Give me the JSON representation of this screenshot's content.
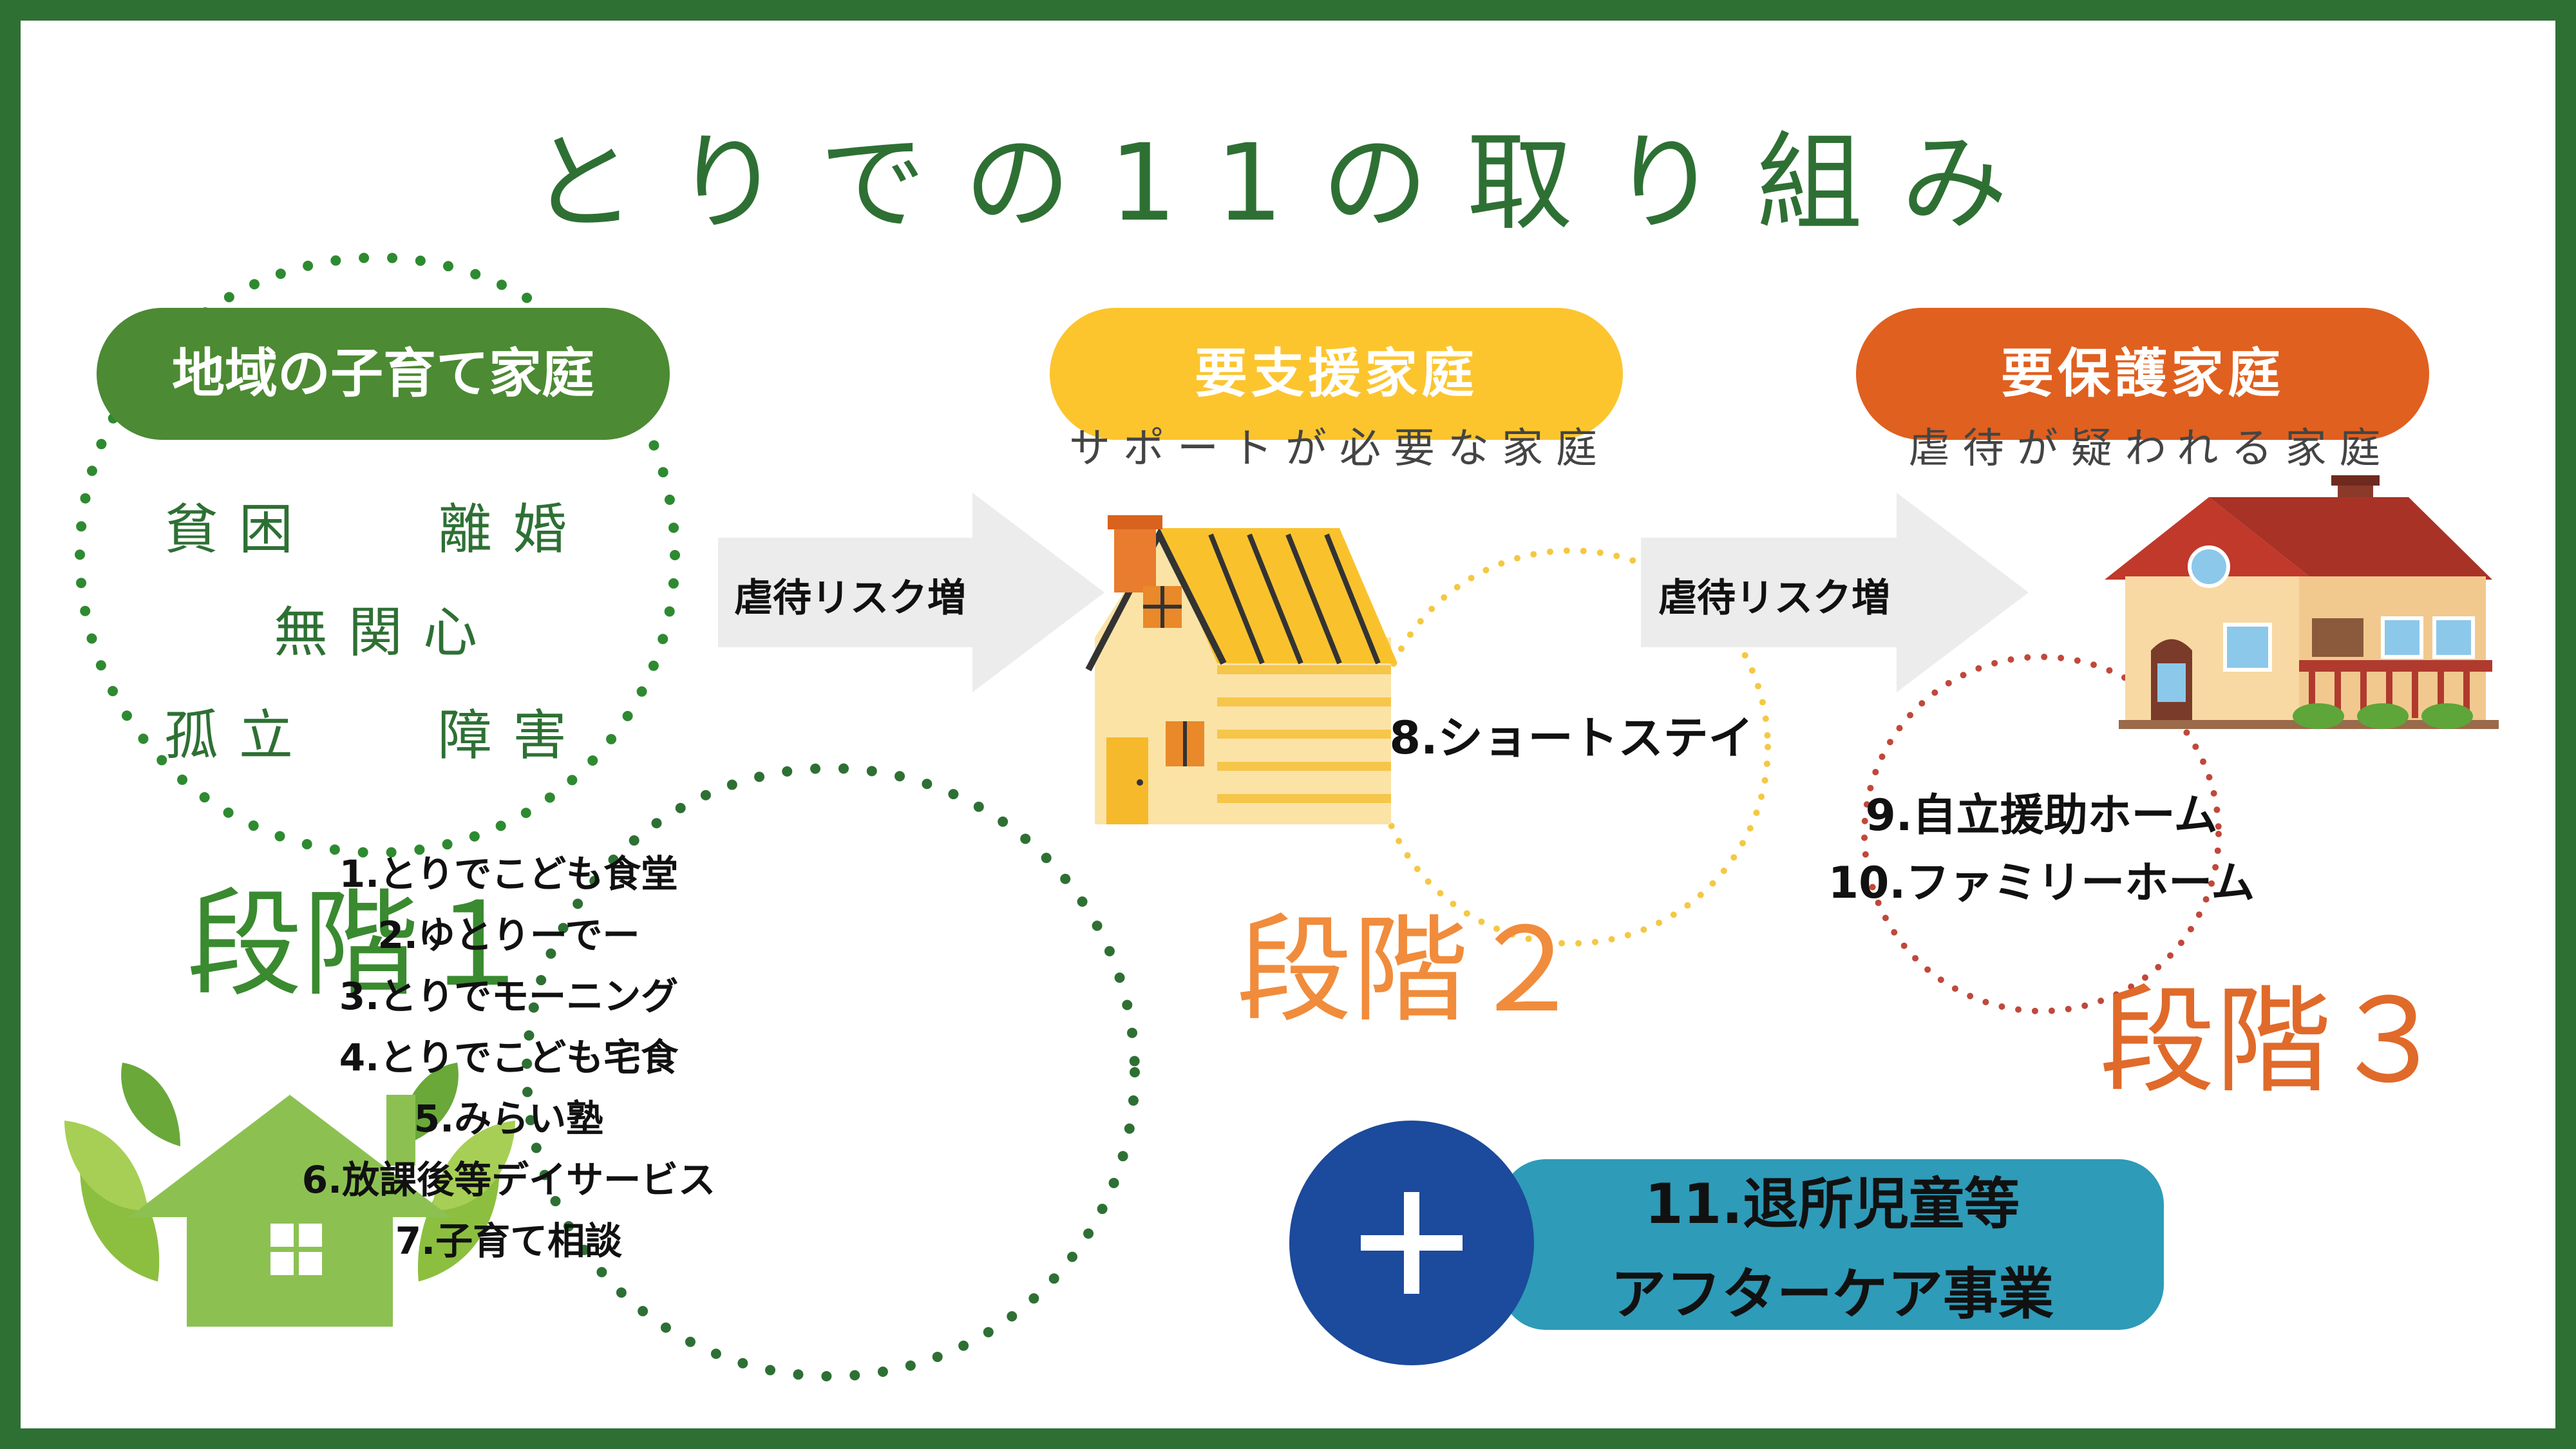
{
  "title": "とりでの11の取り組み",
  "stage1": {
    "pill": "地域の子育て家庭",
    "issues": [
      "貧困",
      "離婚",
      "無関心",
      "孤立",
      "障害"
    ],
    "stage_label": "段階１",
    "programs": [
      "1.とりでこども食堂",
      "2.ゆとりーでー",
      "3.とりでモーニング",
      "4.とりでこども宅食",
      "5.みらい塾",
      "6.放課後等デイサービス",
      "7.子育て相談"
    ]
  },
  "arrow1_label": "虐待リスク増",
  "stage2": {
    "pill": "要支援家庭",
    "subtitle": "サポートが必要な家庭",
    "stage_label": "段階２",
    "program": "8.ショートステイ"
  },
  "arrow2_label": "虐待リスク増",
  "stage3": {
    "pill": "要保護家庭",
    "subtitle": "虐待が疑われる家庭",
    "stage_label": "段階３",
    "programs": [
      "9.自立援助ホーム",
      "10.ファミリーホーム"
    ]
  },
  "extra": {
    "symbol": "+",
    "lines": [
      "11.退所児童等",
      "アフターケア事業"
    ]
  },
  "colors": {
    "frame": "#2e7034",
    "green": "#4c8a33",
    "yellow": "#fcc52e",
    "orange": "#e0601f",
    "stage2_text": "#f08c3c",
    "stage3_text": "#e06a2a",
    "blue": "#1c4a9c",
    "teal": "#2e9bb8"
  }
}
